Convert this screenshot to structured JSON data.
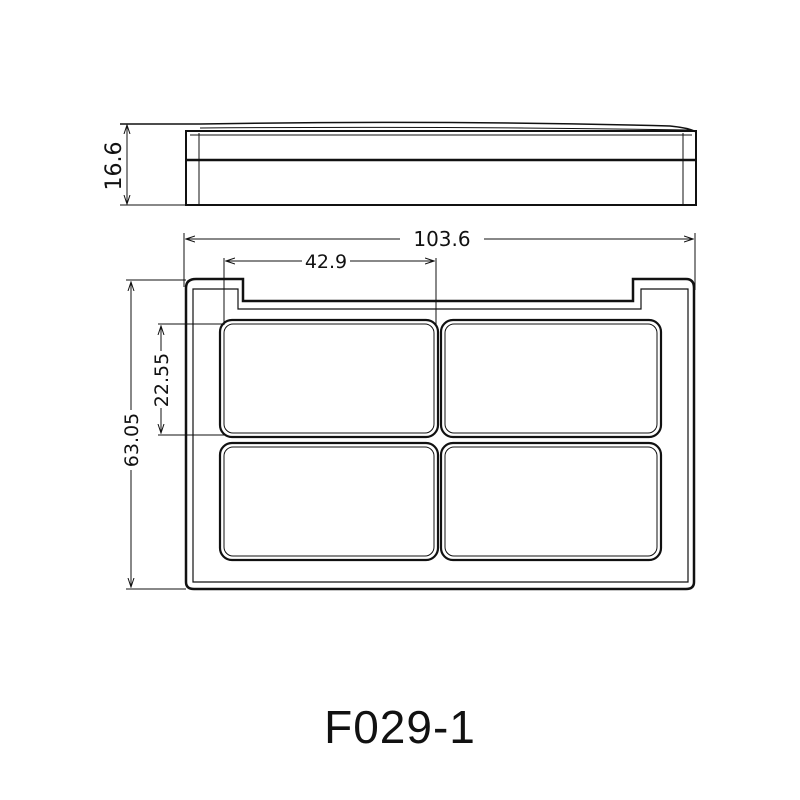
{
  "drawing": {
    "model_code": "F029-1",
    "side_view": {
      "height_dim": "16.6"
    },
    "top_view": {
      "overall_width_dim": "103.6",
      "overall_height_dim": "63.05",
      "pan_width_dim": "42.9",
      "pan_height_dim": "22.55",
      "pan_count": 4,
      "pan_layout": "2 x 2"
    },
    "colors": {
      "line": "#111111",
      "background": "#ffffff"
    }
  }
}
